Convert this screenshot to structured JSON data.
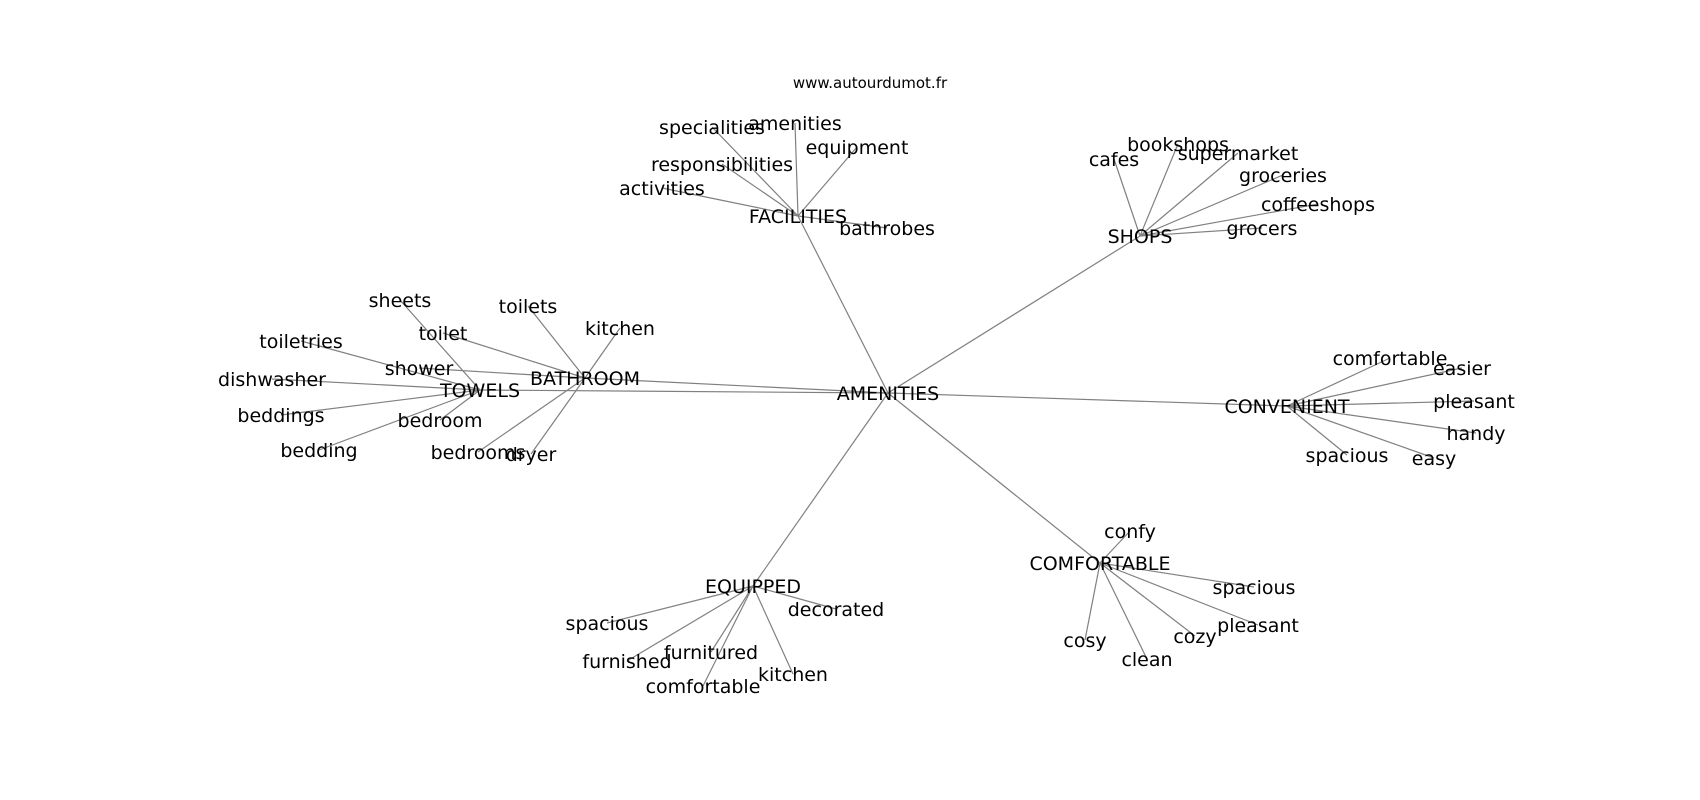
{
  "watermark": "www.autourdumot.fr",
  "root": "AMENITIES",
  "clusters": [
    {
      "hub": "FACILITIES",
      "leaves": [
        "specialities",
        "amenities",
        "equipment",
        "responsibilities",
        "activities",
        "bathrobes"
      ]
    },
    {
      "hub": "SHOPS",
      "leaves": [
        "bookshops",
        "cafes",
        "supermarket",
        "groceries",
        "coffeeshops",
        "grocers"
      ]
    },
    {
      "hub": "BATHROOM",
      "leaves": [
        "toilets",
        "kitchen",
        "toilet",
        "shower",
        "bedrooms",
        "dryer"
      ]
    },
    {
      "hub": "TOWELS",
      "leaves": [
        "sheets",
        "toiletries",
        "dishwasher",
        "beddings",
        "bedding",
        "bedroom"
      ]
    },
    {
      "hub": "CONVENIENT",
      "leaves": [
        "comfortable",
        "easier",
        "pleasant",
        "handy",
        "spacious",
        "easy"
      ]
    },
    {
      "hub": "EQUIPPED",
      "leaves": [
        "spacious",
        "decorated",
        "furnished",
        "furnitured",
        "comfortable",
        "kitchen"
      ]
    },
    {
      "hub": "COMFORTABLE",
      "leaves": [
        "confy",
        "spacious",
        "pleasant",
        "cozy",
        "cosy",
        "clean"
      ]
    }
  ]
}
